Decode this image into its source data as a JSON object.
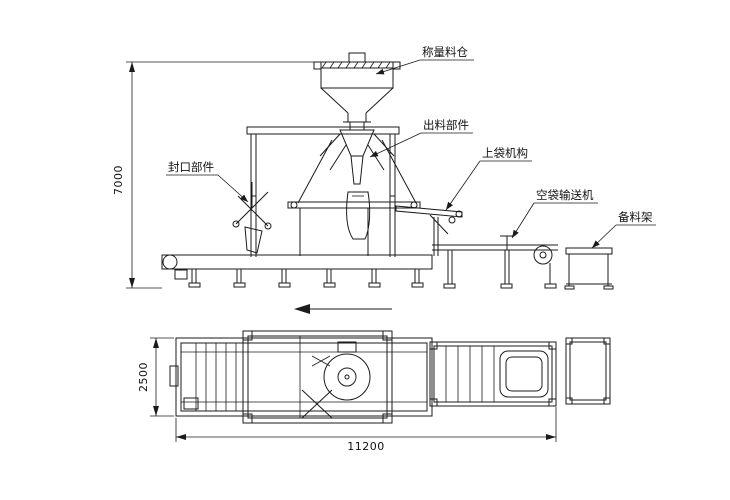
{
  "labels": {
    "weighing_hopper": "称量料仓",
    "discharge_component": "出料部件",
    "bag_loading_mechanism": "上袋机构",
    "sealing_component": "封口部件",
    "empty_bag_conveyor": "空袋输送机",
    "material_rack": "备料架"
  },
  "dimensions": {
    "overall_height": "7000",
    "overall_depth": "2500",
    "overall_length": "11200"
  },
  "colors": {
    "line_color": "#1b1b1b",
    "background": "#ffffff"
  }
}
